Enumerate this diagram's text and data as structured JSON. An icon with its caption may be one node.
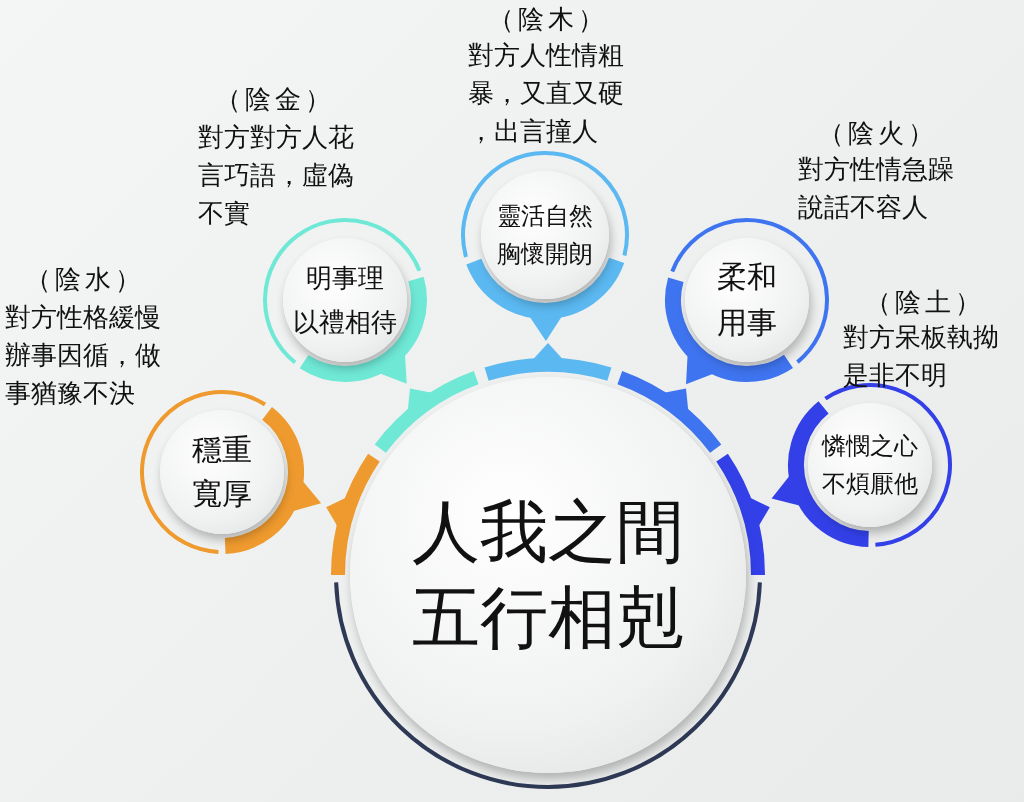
{
  "diagram": {
    "nodes": [
      {
        "text": [
          "人我之間五行相剋"
        ]
      },
      {
        "text": [
          "穩重寬厚"
        ],
        "beside": [
          "（陰水）",
          "對方性格緩慢辦事因循，做事猶豫不決"
        ]
      },
      {
        "text": [
          "明事理以禮相待"
        ],
        "beside": [
          "（陰金）",
          "對方對方人花言巧語，虛偽不實"
        ]
      },
      {
        "text": [
          "靈活自然胸懷開朗"
        ],
        "beside": [
          "（陰木）",
          "對方人性情粗暴，又直又硬，出言撞人"
        ]
      },
      {
        "text": [
          "柔和用事"
        ],
        "beside": [
          "（陰火）",
          "對方性情急躁說話不容人"
        ]
      },
      {
        "text": [
          "憐憫之心不煩厭他"
        ],
        "beside": [
          "（陰土）",
          "對方呆板執拗是非不明"
        ]
      }
    ]
  }
}
